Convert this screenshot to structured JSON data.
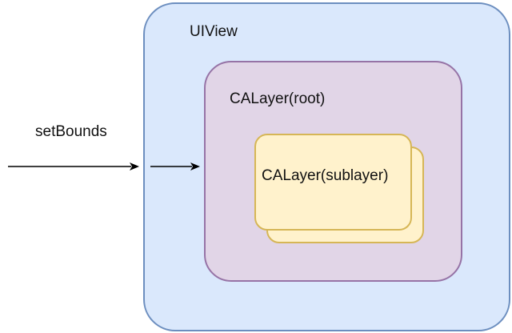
{
  "diagram": {
    "uiview": {
      "label": "UIView"
    },
    "root_layer": {
      "label": "CALayer(root)"
    },
    "sublayer": {
      "label": "CALayer(sublayer)"
    },
    "input": {
      "label": "setBounds"
    }
  },
  "colors": {
    "uiview_fill": "#dae8fc",
    "uiview_stroke": "#6c8ebf",
    "root_fill": "#e1d5e7",
    "root_stroke": "#9673a6",
    "sublayer_fill": "#fff2cc",
    "sublayer_stroke": "#d6b656"
  }
}
